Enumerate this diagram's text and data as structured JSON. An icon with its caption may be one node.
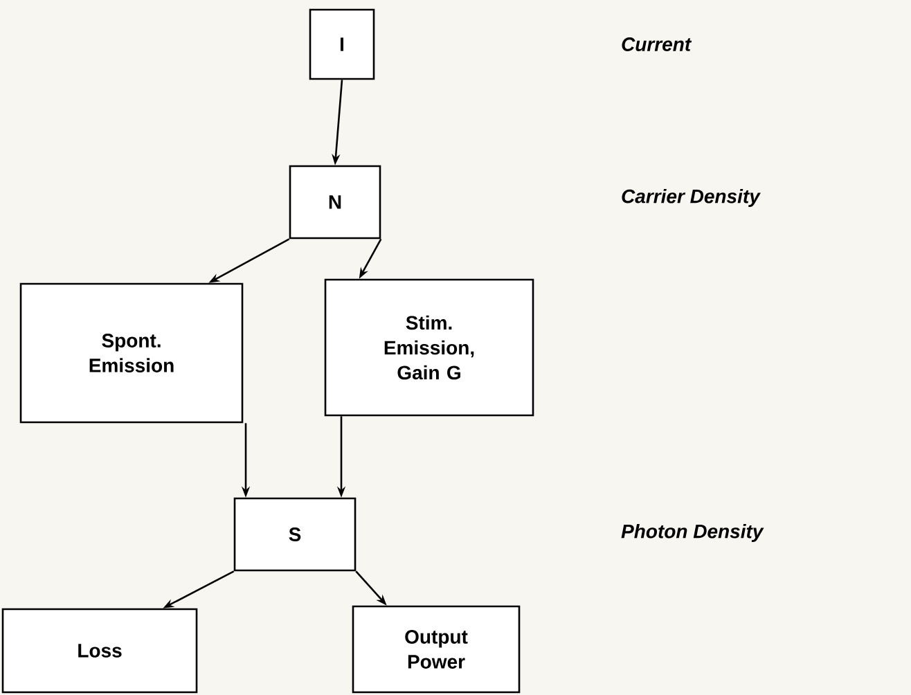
{
  "diagram": {
    "nodes": [
      {
        "text": [
          "I"
        ]
      },
      {
        "text": [
          "N"
        ]
      },
      {
        "text": [
          "Spont. Emission"
        ]
      },
      {
        "text": [
          "Stim. Emission, Gain G"
        ]
      },
      {
        "text": [
          "S"
        ]
      },
      {
        "text": [
          "Loss"
        ]
      },
      {
        "text": [
          "Output Power"
        ]
      }
    ],
    "edges": [
      {
        "from": 0,
        "to": 1,
        "arrow": "to"
      },
      {
        "from": 1,
        "to": 2,
        "arrow": "to"
      },
      {
        "from": 1,
        "to": 3,
        "arrow": "to"
      },
      {
        "from": 2,
        "to": 4,
        "arrow": "to"
      },
      {
        "from": 3,
        "to": 4,
        "arrow": "to"
      },
      {
        "from": 4,
        "to": 5,
        "arrow": "to"
      },
      {
        "from": 4,
        "to": 6,
        "arrow": "to"
      }
    ],
    "labels": [
      "Current",
      "Carrier Density",
      "Photon Density"
    ]
  }
}
